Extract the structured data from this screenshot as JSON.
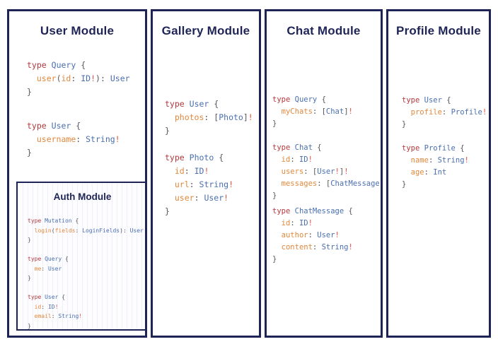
{
  "canvas": {
    "background": "#ffffff",
    "border_color": "#1e2456"
  },
  "palette": {
    "keyword": "#b5383d",
    "type_name": "#4a6fb0",
    "field_name": "#e2883c",
    "punctuation": "#55555f",
    "bang": "#e0523f",
    "title": "#1e2456"
  },
  "modules": {
    "user": {
      "title": "User Module",
      "blocks": [
        "type Query {\n  user(id: ID!): User\n}",
        "type User {\n  username: String!\n}"
      ],
      "nested": {
        "auth": {
          "title": "Auth Module",
          "blocks": [
            "type Mutation {\n  login(fields: LoginFields): User\n}",
            "type Query {\n  me: User\n}",
            "type User {\n  id: ID!\n  email: String!\n}"
          ]
        }
      }
    },
    "gallery": {
      "title": "Gallery Module",
      "blocks": [
        "type User {\n  photos: [Photo]!\n}",
        "type Photo {\n  id: ID!\n  url: String!\n  user: User!\n}"
      ]
    },
    "chat": {
      "title": "Chat Module",
      "blocks": [
        "type Query {\n  myChats: [Chat]!\n}",
        "type Chat {\n  id: ID!\n  users: [User!]!\n  messages: [ChatMessage]!\n}",
        "type ChatMessage {\n  id: ID!\n  author: User!\n  content: String!\n}"
      ]
    },
    "profile": {
      "title": "Profile Module",
      "blocks": [
        "type User {\n  profile: Profile!\n}",
        "type Profile {\n  name: String!\n  age: Int\n}"
      ]
    }
  }
}
